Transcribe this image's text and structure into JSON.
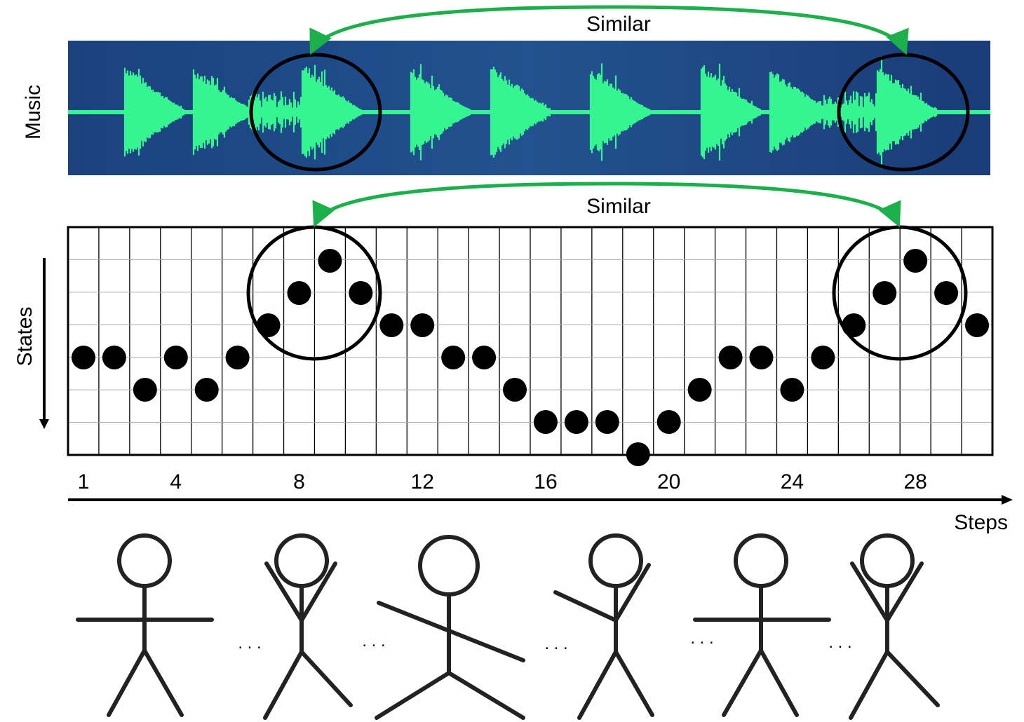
{
  "music_panel": {
    "label": "Music",
    "similar_label": "Similar",
    "colors": {
      "bg_dark": "#173a76",
      "bg_light": "#2a5c9e",
      "wave": "#35f590",
      "arrow": "#1bb049"
    }
  },
  "states_panel": {
    "ylabel": "States",
    "similar_label": "Similar",
    "steps": 30,
    "levels": 7,
    "state_per_step": [
      2,
      2,
      3,
      2,
      3,
      2,
      1,
      0,
      -1,
      0,
      1,
      1,
      2,
      2,
      3,
      4,
      4,
      4,
      5,
      4,
      3,
      2,
      2,
      3,
      2,
      1,
      0,
      -1,
      0,
      1
    ]
  },
  "steps_axis": {
    "label": "Steps",
    "ticks": [
      "1",
      "4",
      "8",
      "12",
      "16",
      "20",
      "24",
      "28"
    ]
  },
  "dancers": {
    "poses": [
      "t-pose",
      "arms-up",
      "diagonal",
      "one-arm-up",
      "t-pose",
      "arms-up"
    ],
    "separator": ". . ."
  }
}
